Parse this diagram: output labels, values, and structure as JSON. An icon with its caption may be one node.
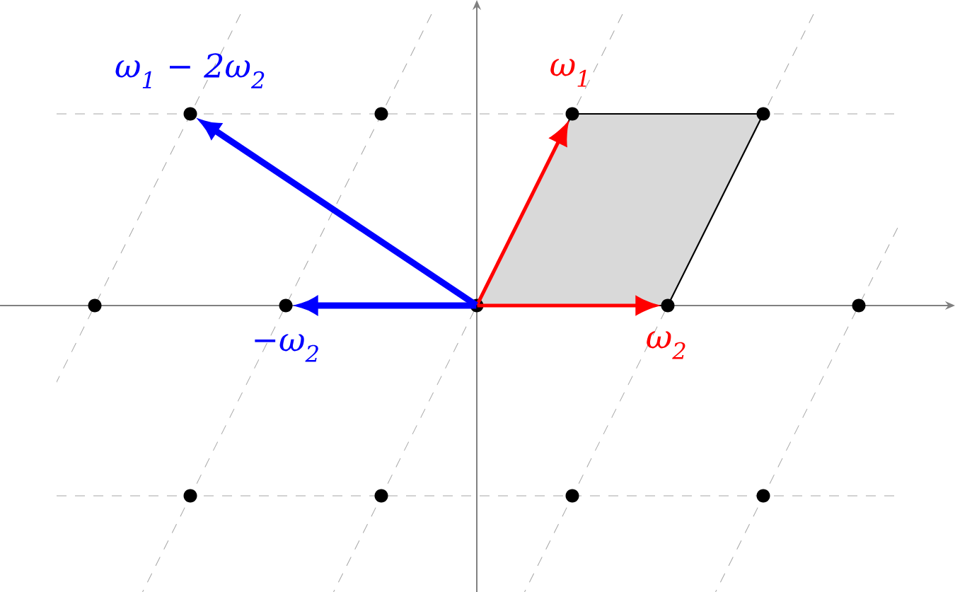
{
  "diagram": {
    "nodes": [
      {
        "text": [],
        "shape": "circle",
        "beside": [
          "ω$_{1}$ − 2ω$_{2}$"
        ]
      },
      {
        "text": [],
        "shape": "circle"
      },
      {
        "text": [],
        "shape": "circle",
        "beside": [
          "ω$_{1}$"
        ]
      },
      {
        "text": [],
        "shape": "circle"
      },
      {
        "text": [],
        "shape": "circle"
      },
      {
        "text": [],
        "shape": "circle",
        "beside": [
          "−ω$_{2}$"
        ]
      },
      {
        "text": [],
        "shape": "circle"
      },
      {
        "text": [],
        "shape": "circle",
        "beside": [
          "ω$_{2}$"
        ]
      },
      {
        "text": [],
        "shape": "circle"
      },
      {
        "text": [],
        "shape": "circle"
      },
      {
        "text": [],
        "shape": "circle"
      },
      {
        "text": [],
        "shape": "circle"
      },
      {
        "text": [],
        "shape": "circle"
      }
    ],
    "edges": [
      {
        "from": 6,
        "to": 2,
        "arrow": "to",
        "color": "#ff0000"
      },
      {
        "from": 6,
        "to": 7,
        "arrow": "to",
        "color": "#ff0000"
      },
      {
        "from": 6,
        "to": 5,
        "arrow": "to",
        "style": "thick",
        "color": "#0000ff"
      },
      {
        "from": 6,
        "to": 0,
        "arrow": "to",
        "style": "thick",
        "color": "#0000ff"
      }
    ]
  }
}
